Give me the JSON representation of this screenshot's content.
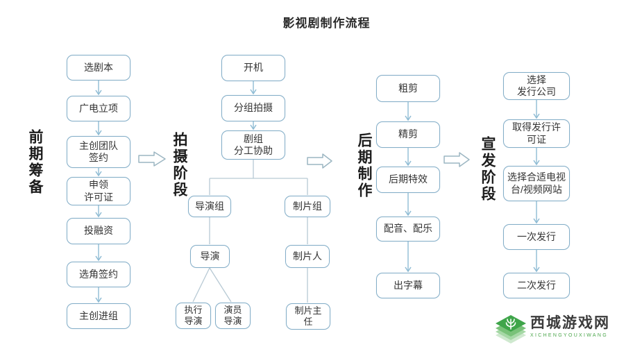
{
  "title": "影视剧制作流程",
  "phases": [
    {
      "label": "前期筹备",
      "nodes": [
        "选剧本",
        "广电立项",
        "主创团队\n签约",
        "申领\n许可证",
        "投融资",
        "选角签约",
        "主创进组"
      ]
    },
    {
      "label": "拍摄阶段",
      "nodes": [
        "开机",
        "分组拍摄",
        "剧组\n分工协助",
        "导演组",
        "导演",
        "执行\n导演",
        "演员\n导演",
        "制片组",
        "制片人",
        "制片主\n任"
      ]
    },
    {
      "label": "后期制作",
      "nodes": [
        "粗剪",
        "精剪",
        "后期特效",
        "配音、配乐",
        "出字幕"
      ]
    },
    {
      "label": "宣发阶段",
      "nodes": [
        "选择\n发行公司",
        "取得发行许\n可证",
        "选择合适电视\n台/视频网站",
        "一次发行",
        "二次发行"
      ]
    }
  ],
  "colors": {
    "node_border": "#84aec8",
    "connector_arrow": "#8fbcd4",
    "branch_line": "#b7c9d4",
    "phase_arrow_outline": "#9cb6c2",
    "logo_green": "#3fa54a"
  },
  "logo": {
    "name": "西城游戏网",
    "subtitle": "XICHENGYOUXIWANG"
  }
}
